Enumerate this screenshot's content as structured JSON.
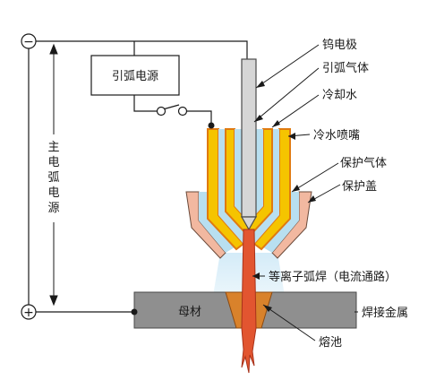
{
  "terminals": {
    "negative": "−",
    "positive": "+"
  },
  "pilot_arc_power_supply": "引弧电源",
  "main_arc_power_supply": [
    "主",
    "电",
    "弧",
    "电",
    "源"
  ],
  "labels": {
    "tungsten_electrode": "钨电极",
    "pilot_arc_gas": "引弧气体",
    "cooling_water": "冷却水",
    "water_cooled_nozzle": "冷水喷嘴",
    "shielding_gas": "保护气体",
    "shield_cap": "保护盖",
    "plasma_arc_weld": "等离子弧焊（电流通路）",
    "base_metal": "母材",
    "weld_metal": "焊接金属",
    "weld_pool": "熔池"
  },
  "colors": {
    "outer_copper": "#f2b8a0",
    "gold_nozzle": "#f5c400",
    "orange_edge": "#e07a10",
    "cooling_blue": "#b8dff0",
    "electrode_gray": "#d6d6d6",
    "arc_red": "#e25530",
    "base_metal_gray": "#8f8f8f",
    "weld_orange": "#d9822b",
    "wire": "#1a1a1a"
  }
}
